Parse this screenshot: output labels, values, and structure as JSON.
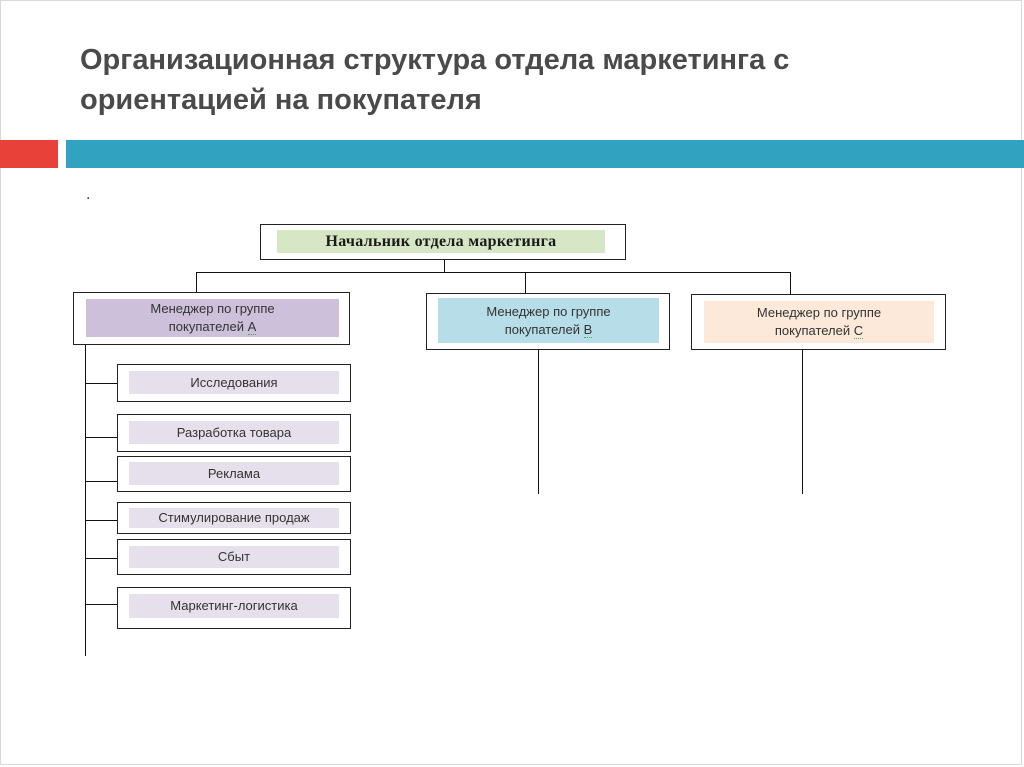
{
  "slide": {
    "title": "Организационная структура отдела маркетинга с ориентацией на покупателя",
    "marker": "."
  },
  "colors": {
    "accent_red": "#e8413a",
    "accent_blue": "#31a3c1",
    "head_fill": "#d7e7c6",
    "manager_a_fill": "#ccc0da",
    "manager_b_fill": "#b7dde8",
    "manager_c_fill": "#fde9d9",
    "function_fill": "#e6e0ec"
  },
  "org_chart": {
    "head": "Начальник отдела маркетинга",
    "managers": [
      {
        "line1": "Менеджер по группе",
        "line2_prefix": "покупателей ",
        "group": "А"
      },
      {
        "line1": "Менеджер по группе",
        "line2_prefix": "покупателей ",
        "group": "В"
      },
      {
        "line1": "Менеджер по группе",
        "line2_prefix": "покупателей ",
        "group": "С"
      }
    ],
    "functions": [
      "Исследования",
      "Разработка товара",
      "Реклама",
      "Стимулирование продаж",
      "Сбыт",
      "Маркетинг-логистика"
    ]
  }
}
